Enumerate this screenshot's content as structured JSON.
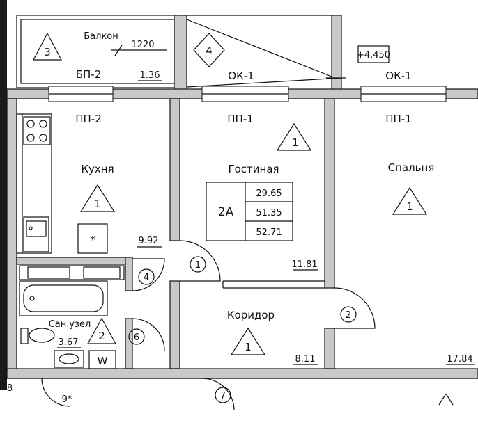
{
  "rooms": {
    "balcony": {
      "name": "Балкон",
      "marker": "3",
      "dim": "1220",
      "area": "1.36"
    },
    "kitchen": {
      "name": "Кухня",
      "marker": "1",
      "area": "9.92"
    },
    "living": {
      "name": "Гостиная",
      "marker": "1",
      "area": "11.81"
    },
    "bedroom": {
      "name": "Спальня",
      "marker": "1",
      "area": "17.84"
    },
    "corridor": {
      "name": "Коридор",
      "marker": "1",
      "area": "8.11"
    },
    "bathroom": {
      "name": "Сан.узел",
      "marker": "2",
      "area": "3.67"
    }
  },
  "labels": {
    "window_ok1_a": "ОК-1",
    "window_ok1_b": "ОК-1",
    "sill_pp1_a": "ПП-1",
    "sill_pp1_b": "ПП-1",
    "sill_pp2": "ПП-2",
    "balcony_block": "БП-2",
    "elevation": "+4.450",
    "diamond_marker": "4",
    "washer": "W"
  },
  "doors": [
    "4",
    "1",
    "2",
    "6",
    "7",
    "9*",
    "8"
  ],
  "apartment_table": {
    "type": "2А",
    "values": [
      "29.65",
      "51.35",
      "52.71"
    ]
  }
}
